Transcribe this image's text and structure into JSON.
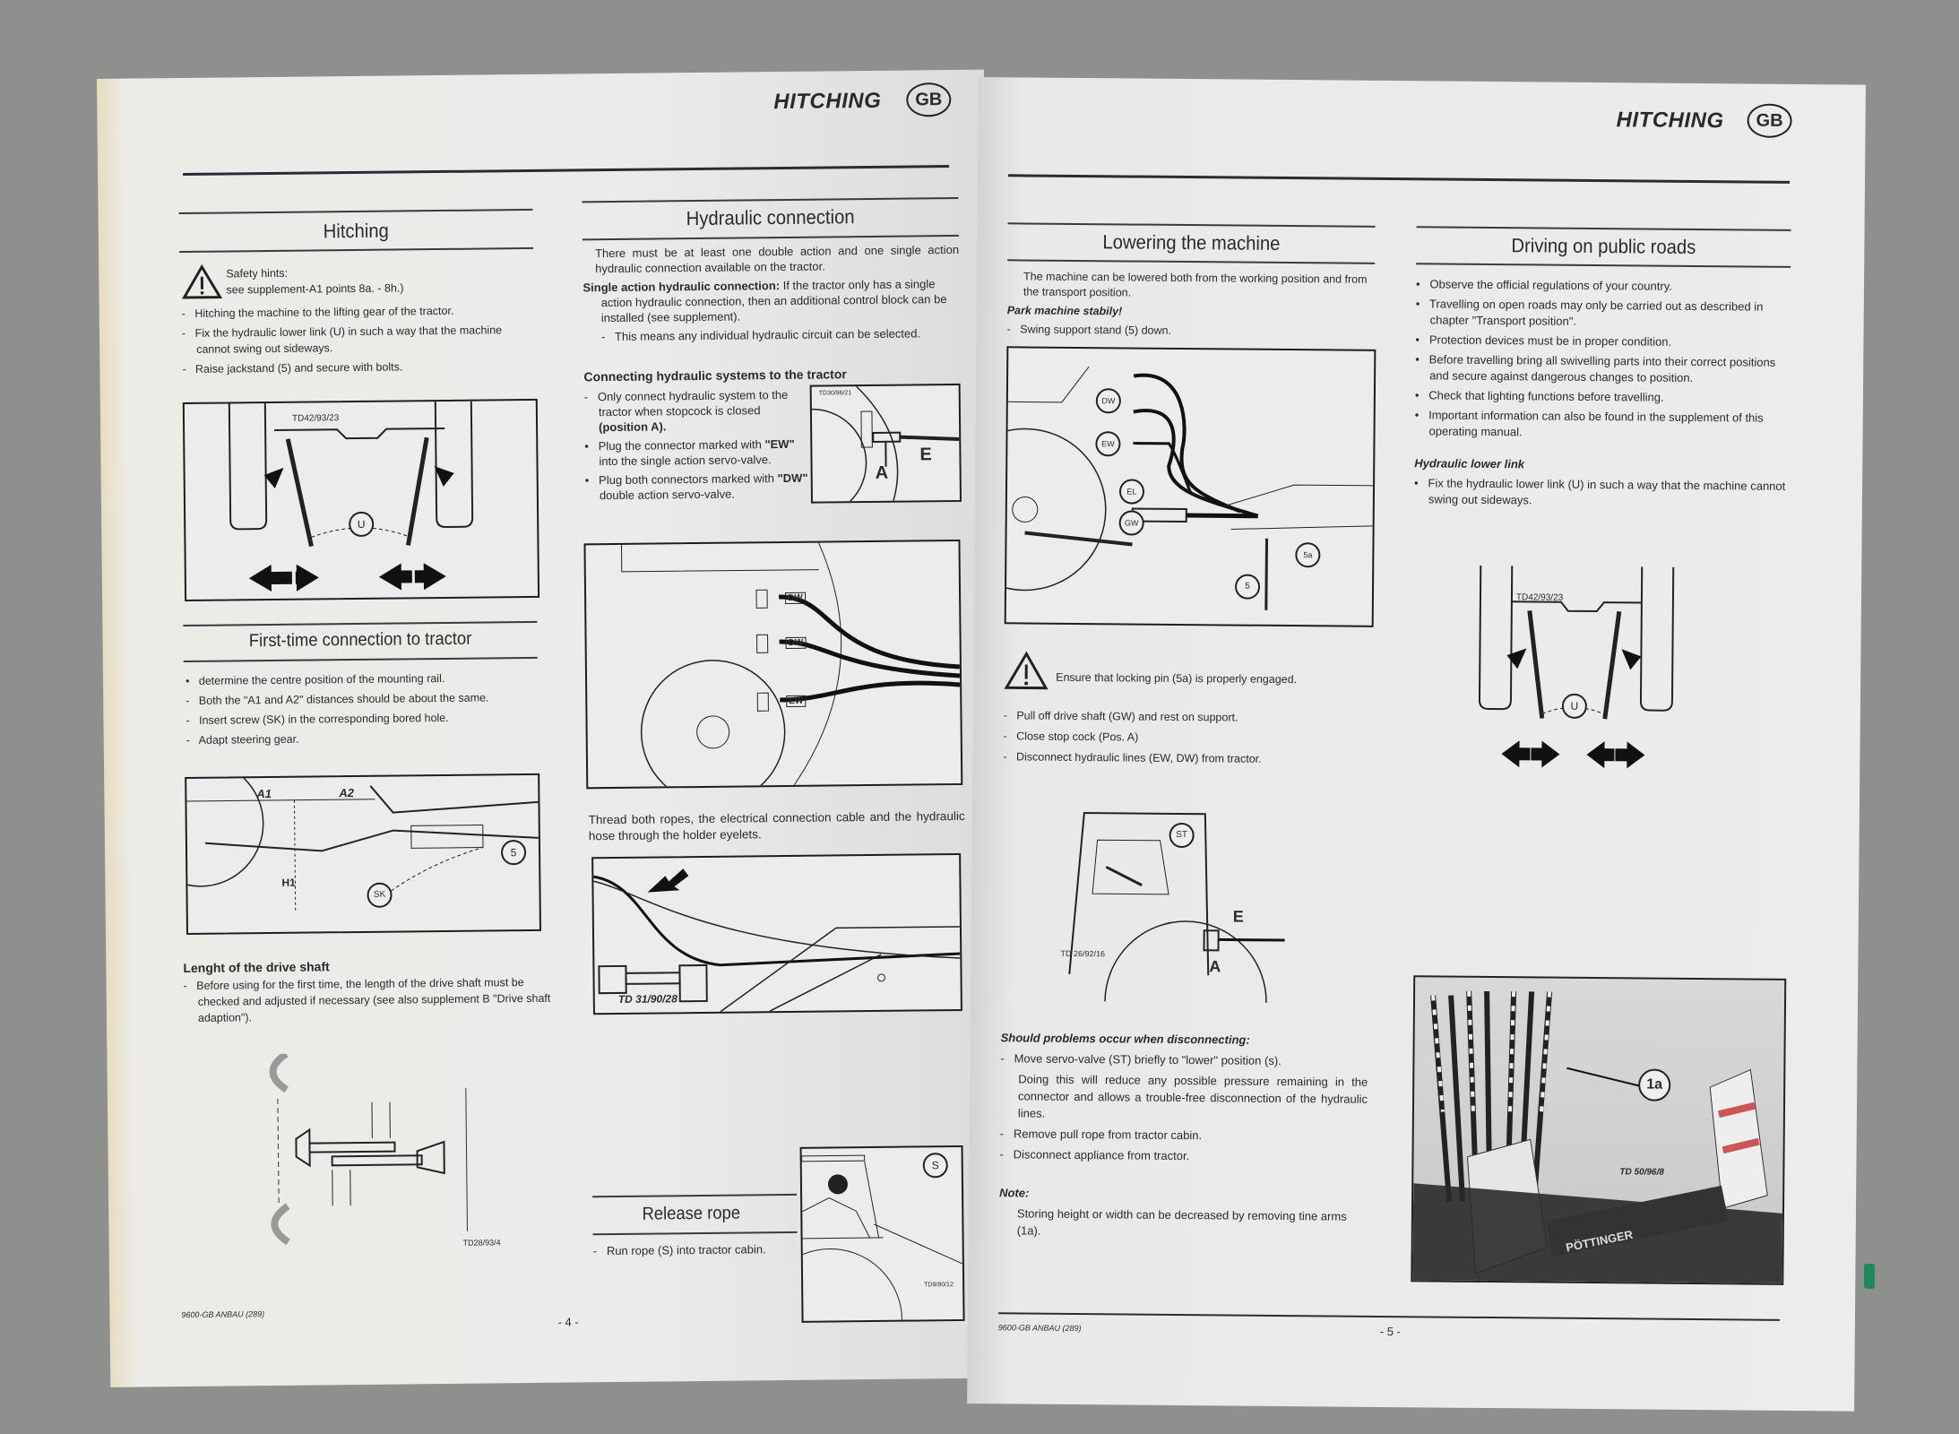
{
  "left_page": {
    "header": {
      "title": "HITCHING",
      "badge": "GB"
    },
    "hitching": {
      "heading": "Hitching",
      "safety_title": "Safety hints:",
      "safety_ref": "see supplement-A1 points  8a. - 8h.)",
      "items": [
        "Hitching the machine to the lifting gear of the tractor.",
        "Fix the hydraulic lower link (U) in such a way that the machine cannot swing out sideways.",
        "Raise jackstand (5) and secure with bolts."
      ],
      "figure": {
        "code": "TD42/93/23",
        "label_u": "U"
      }
    },
    "first_time": {
      "heading": "First-time connection to tractor",
      "items": [
        "determine the centre position of the mounting rail.",
        "Both the \"A1 and A2\" distances should be about the same.",
        "Insert screw (SK) in the corresponding bored hole.",
        "Adapt steering gear."
      ],
      "figure": {
        "a1": "A1",
        "a2": "A2",
        "h1": "H1",
        "sk": "SK",
        "five": "5"
      }
    },
    "drive_shaft": {
      "heading": "Lenght of the drive shaft",
      "item": "Before using for the first time, the length of the drive shaft must be checked and adjusted if necessary (see also supplement B \"Drive shaft adaption\").",
      "figure_code": "TD28/93/4"
    },
    "hydraulic": {
      "heading": "Hydraulic connection",
      "intro": "There must be at least one double action and one single action hydraulic connection available on the tractor.",
      "single_label": "Single action hydraulic connection:",
      "single_text": " If the tractor only has a single action hydraulic connection, then an additional control block can be installed (see supplement).",
      "single_item": "This means any individual hydraulic circuit can be selected.",
      "connecting_heading": "Connecting hydraulic systems to the tractor",
      "conn_item1": "Only connect hydraulic system to the tractor when stopcock is closed ",
      "conn_item1_bold": "(position A).",
      "conn_item2_pre": "Plug the connector marked with ",
      "conn_item2_bold": "\"EW\"",
      "conn_item2_post": " into the single action servo-valve.",
      "conn_item3_pre": "Plug both connectors marked with ",
      "conn_item3_bold": "\"DW\"",
      "conn_item3_post": " into the double action servo-valve.",
      "small_figure": {
        "code": "TD30/96/21",
        "e": "E",
        "a": "A"
      },
      "big_figure": {
        "dw1": "DW",
        "dw2": "DW",
        "ew": "EW"
      },
      "thread_text": "Thread both ropes, the electrical connection cable and the hydraulic hose through the holder eyelets.",
      "thread_figure_code": "TD 31/90/28"
    },
    "release_rope": {
      "heading": "Release rope",
      "item": "Run rope (S) into tractor cabin.",
      "figure": {
        "s": "S",
        "code": "TD9/80/12"
      }
    },
    "footer": {
      "code": "9600-GB ANBAU (289)",
      "page": "- 4 -"
    }
  },
  "right_page": {
    "header": {
      "title": "HITCHING",
      "badge": "GB"
    },
    "lowering": {
      "heading": "Lowering the machine",
      "intro": "The machine can be lowered both from the working position and from the transport position.",
      "park_label": "Park machine stabily!",
      "park_item": "Swing support stand (5) down.",
      "figure": {
        "dw": "DW",
        "ew": "EW",
        "el": "EL",
        "gw": "GW",
        "five_a": "5a",
        "five": "5"
      },
      "warning": "Ensure that locking pin (5a) is properly engaged.",
      "items": [
        "Pull off drive shaft (GW) and rest on support.",
        "Close stop cock (Pos. A)",
        "Disconnect hydraulic lines (EW, DW) from tractor."
      ],
      "tractor_figure": {
        "st": "ST",
        "e": "E",
        "a": "A",
        "code": "TD 26/92/16"
      },
      "problems_heading": "Should problems occur when disconnecting:",
      "problems_item1": "Move servo-valve (ST) briefly to \"lower\" position (s).",
      "problems_item1_cont": "Doing this will reduce any possible pressure remaining in the connector and allows a trouble-free disconnection of the hydraulic lines.",
      "problems_item2": "Remove pull rope from tractor cabin.",
      "problems_item3": "Disconnect appliance from tractor.",
      "note_heading": "Note:",
      "note_text": "Storing height or width can be decreased by removing tine arms (1a)."
    },
    "driving": {
      "heading": "Driving on public roads",
      "items": [
        "Observe the official regulations of your country.",
        "Travelling on open roads may only be carried out as described in chapter \"Transport position\".",
        "Protection devices must be in proper condition.",
        "Before travelling bring all swivelling parts into their correct positions and secure against dangerous changes to position.",
        "Check that lighting functions before travelling.",
        "Important information can also be found in the supplement of this operating manual."
      ],
      "lower_link_heading": "Hydraulic lower link",
      "lower_link_item": "Fix the hydraulic lower link (U) in such a way that the machine cannot swing out sideways.",
      "figure": {
        "code": "TD42/93/23",
        "label_u": "U"
      },
      "photo": {
        "label": "1a",
        "code": "TD 50/96/8",
        "brand": "PÖTTINGER"
      }
    },
    "footer": {
      "code": "9600-GB ANBAU (289)",
      "page": "- 5 -"
    }
  }
}
